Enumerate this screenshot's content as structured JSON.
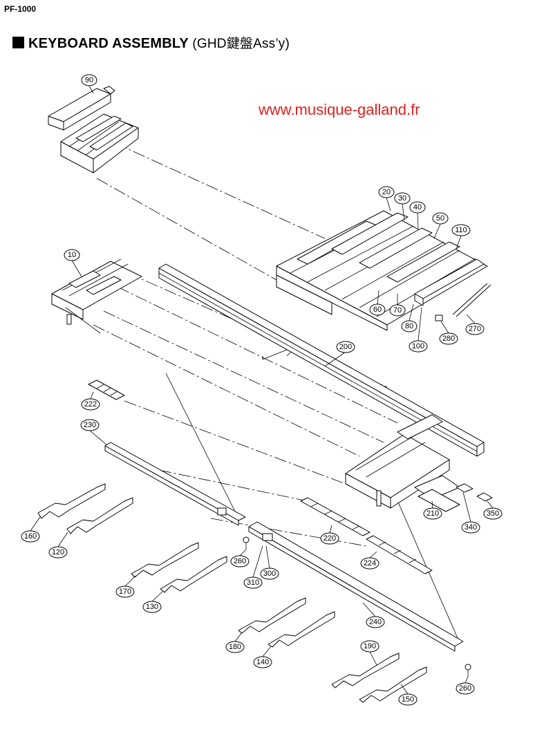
{
  "header": {
    "model": "PF-1000",
    "title": "KEYBOARD ASSEMBLY",
    "subtitle": "(GHD鍵盤Ass’y)",
    "watermark": "www.musique-galland.fr",
    "watermark_color": "#e0201c"
  },
  "parts": [
    "90",
    "20",
    "30",
    "40",
    "50",
    "110",
    "10",
    "60",
    "70",
    "80",
    "100",
    "280",
    "270",
    "200",
    "222",
    "230",
    "210",
    "340",
    "350",
    "220",
    "160",
    "120",
    "260",
    "224",
    "300",
    "310",
    "170",
    "130",
    "240",
    "180",
    "140",
    "190",
    "150",
    "260"
  ]
}
